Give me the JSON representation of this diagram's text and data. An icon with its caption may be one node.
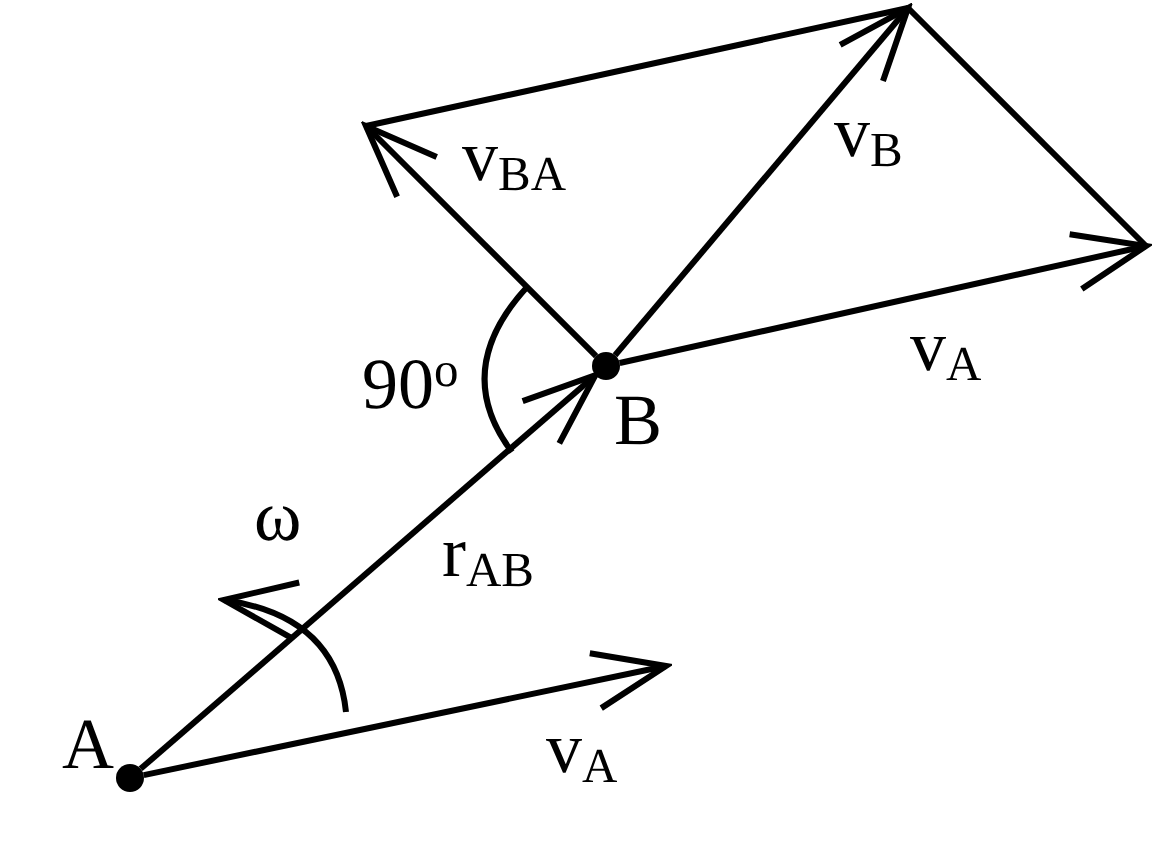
{
  "diagram": {
    "nodes": [
      {
        "text": [],
        "shape": "circle",
        "beside": [
          "A"
        ]
      },
      {
        "text": [],
        "shape": "circle",
        "beside": [
          "B"
        ]
      }
    ],
    "edges": [
      {
        "from": 0,
        "to": 1,
        "arrow": "to",
        "label": "r$_{AB}$"
      },
      {
        "from": 0,
        "to": null,
        "arrow": "to",
        "label": "v$_{A}$"
      },
      {
        "from": 1,
        "to": null,
        "arrow": "to",
        "label": "v$_{A}$"
      },
      {
        "from": 1,
        "to": null,
        "arrow": "to",
        "label": "v$_{B}$"
      },
      {
        "from": 1,
        "to": null,
        "arrow": "to",
        "label": "v$_{BA}$"
      }
    ],
    "labels": [
      "90$^{o}$",
      "ω"
    ]
  }
}
